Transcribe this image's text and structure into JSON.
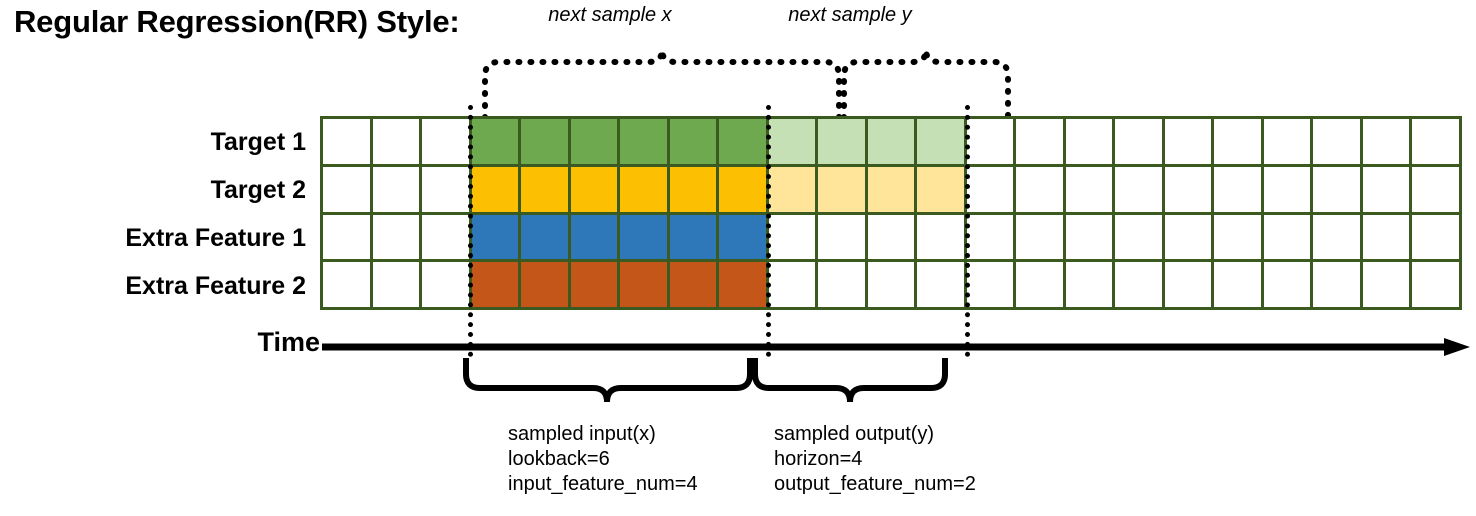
{
  "title": "Regular Regression(RR) Style:",
  "annotations": {
    "next_sample_x": "next sample x",
    "next_sample_y": "next sample y"
  },
  "time_axis": {
    "label": "Time",
    "arrow_icon": "right-arrow-icon"
  },
  "rows": [
    {
      "label": "Target 1",
      "fill": "#6ea84f",
      "light_fill": "#c5e0b4"
    },
    {
      "label": "Target 2",
      "fill": "#fcbf01",
      "light_fill": "#ffe59a"
    },
    {
      "label": "Extra Feature 1",
      "fill": "#2e77b8",
      "light_fill": "#ffffff"
    },
    {
      "label": "Extra Feature 2",
      "fill": "#c4561a",
      "light_fill": "#ffffff"
    }
  ],
  "grid": {
    "total_columns": 23,
    "leading_blank_columns": 3,
    "input_columns": 6,
    "output_columns": 4,
    "trailing_blank_columns": 10,
    "border_color": "#3a5a20",
    "empty_cell_color": "#ffffff"
  },
  "captions": {
    "input": {
      "line1": "sampled input(x)",
      "line2": "lookback=6",
      "line3": "input_feature_num=4"
    },
    "output": {
      "line1": "sampled output(y)",
      "line2": "horizon=4",
      "line3": "output_feature_num=2"
    }
  },
  "chart_data": {
    "type": "table",
    "title": "Regular Regression(RR) Style:",
    "series": [
      {
        "name": "Target 1",
        "input_filled": 6,
        "output_filled": 4
      },
      {
        "name": "Target 2",
        "input_filled": 6,
        "output_filled": 4
      },
      {
        "name": "Extra Feature 1",
        "input_filled": 6,
        "output_filled": 0
      },
      {
        "name": "Extra Feature 2",
        "input_filled": 6,
        "output_filled": 0
      }
    ],
    "lookback": 6,
    "horizon": 4,
    "input_feature_num": 4,
    "output_feature_num": 2
  }
}
